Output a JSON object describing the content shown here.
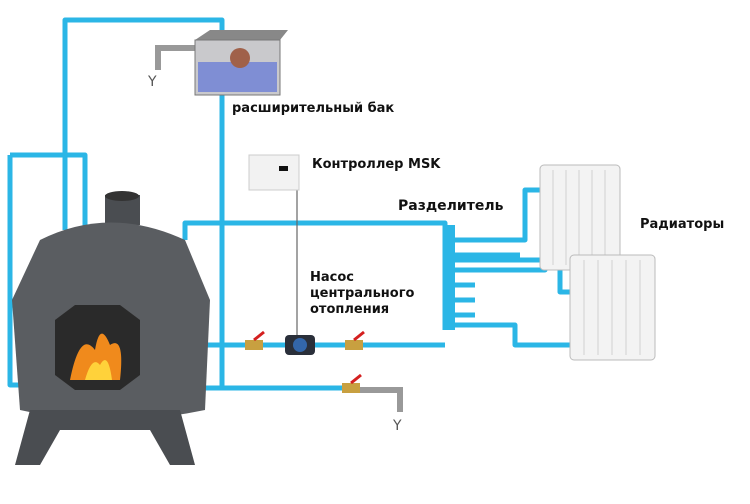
{
  "labels": {
    "expansion_tank": "расширительный бак",
    "controller": "Контроллер MSK",
    "distributor": "Разделитель",
    "radiators": "Радиаторы",
    "pump_line1": "Насос",
    "pump_line2": "центрального",
    "pump_line3": "отопления",
    "drain_top": "Y",
    "drain_bottom": "Y"
  },
  "colors": {
    "pipe": "#2bb6e6",
    "stove": "#55585c",
    "fire": "#f08a1c",
    "valve": "#d42020"
  }
}
